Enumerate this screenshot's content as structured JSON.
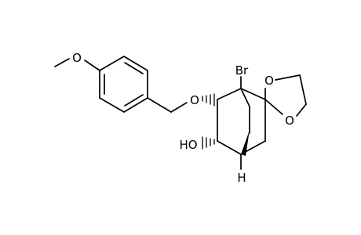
{
  "molecule": {
    "atom_labels": {
      "methoxy_o": "O",
      "ether_o": "O",
      "bromine": "Br",
      "dioxolane_o_top": "O",
      "dioxolane_o_bottom": "O",
      "hydroxyl": "HO",
      "bridgehead_h": "H"
    },
    "colors": {
      "bond": "#000000",
      "text": "#000000",
      "background": "#ffffff"
    }
  }
}
